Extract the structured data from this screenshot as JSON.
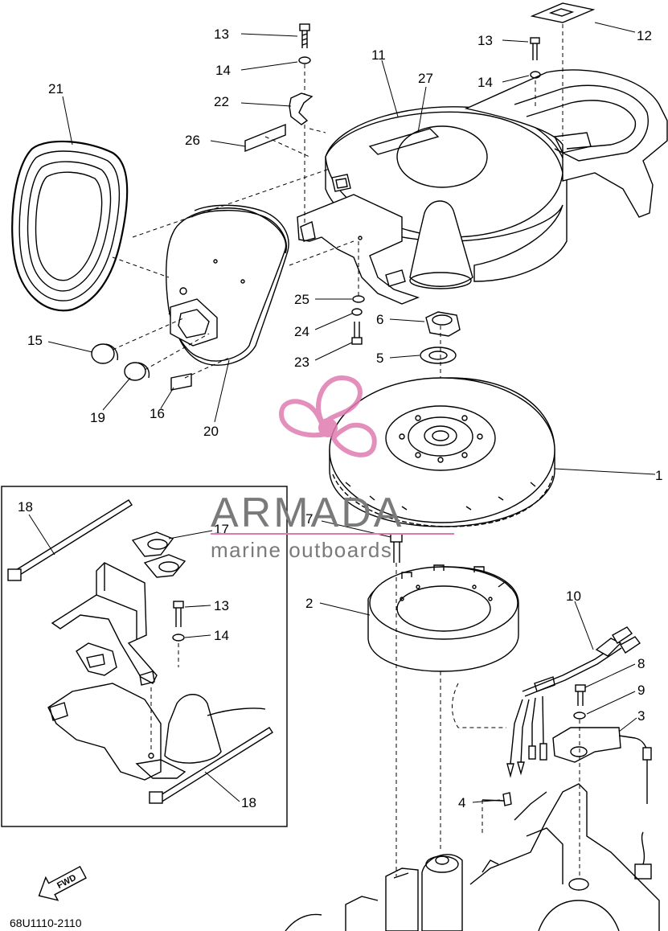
{
  "watermark": {
    "brand": "ARMADA",
    "tagline": "marine outboards",
    "accent_color": "#e07bb0",
    "text_color": "#7a7a7a"
  },
  "diagram_code": "68U1110-2110",
  "fwd_label": "FWD",
  "callouts": {
    "c1": "1",
    "c2": "2",
    "c3": "3",
    "c4": "4",
    "c5": "5",
    "c6": "6",
    "c7": "7",
    "c8": "8",
    "c9": "9",
    "c10": "10",
    "c11": "11",
    "c12": "12",
    "c13a": "13",
    "c13b": "13",
    "c13c": "13",
    "c14a": "14",
    "c14b": "14",
    "c14c": "14",
    "c15": "15",
    "c16": "16",
    "c17": "17",
    "c18a": "18",
    "c18b": "18",
    "c19": "19",
    "c20": "20",
    "c21": "21",
    "c22": "22",
    "c23": "23",
    "c24": "24",
    "c25": "25",
    "c26": "26",
    "c27": "27"
  }
}
